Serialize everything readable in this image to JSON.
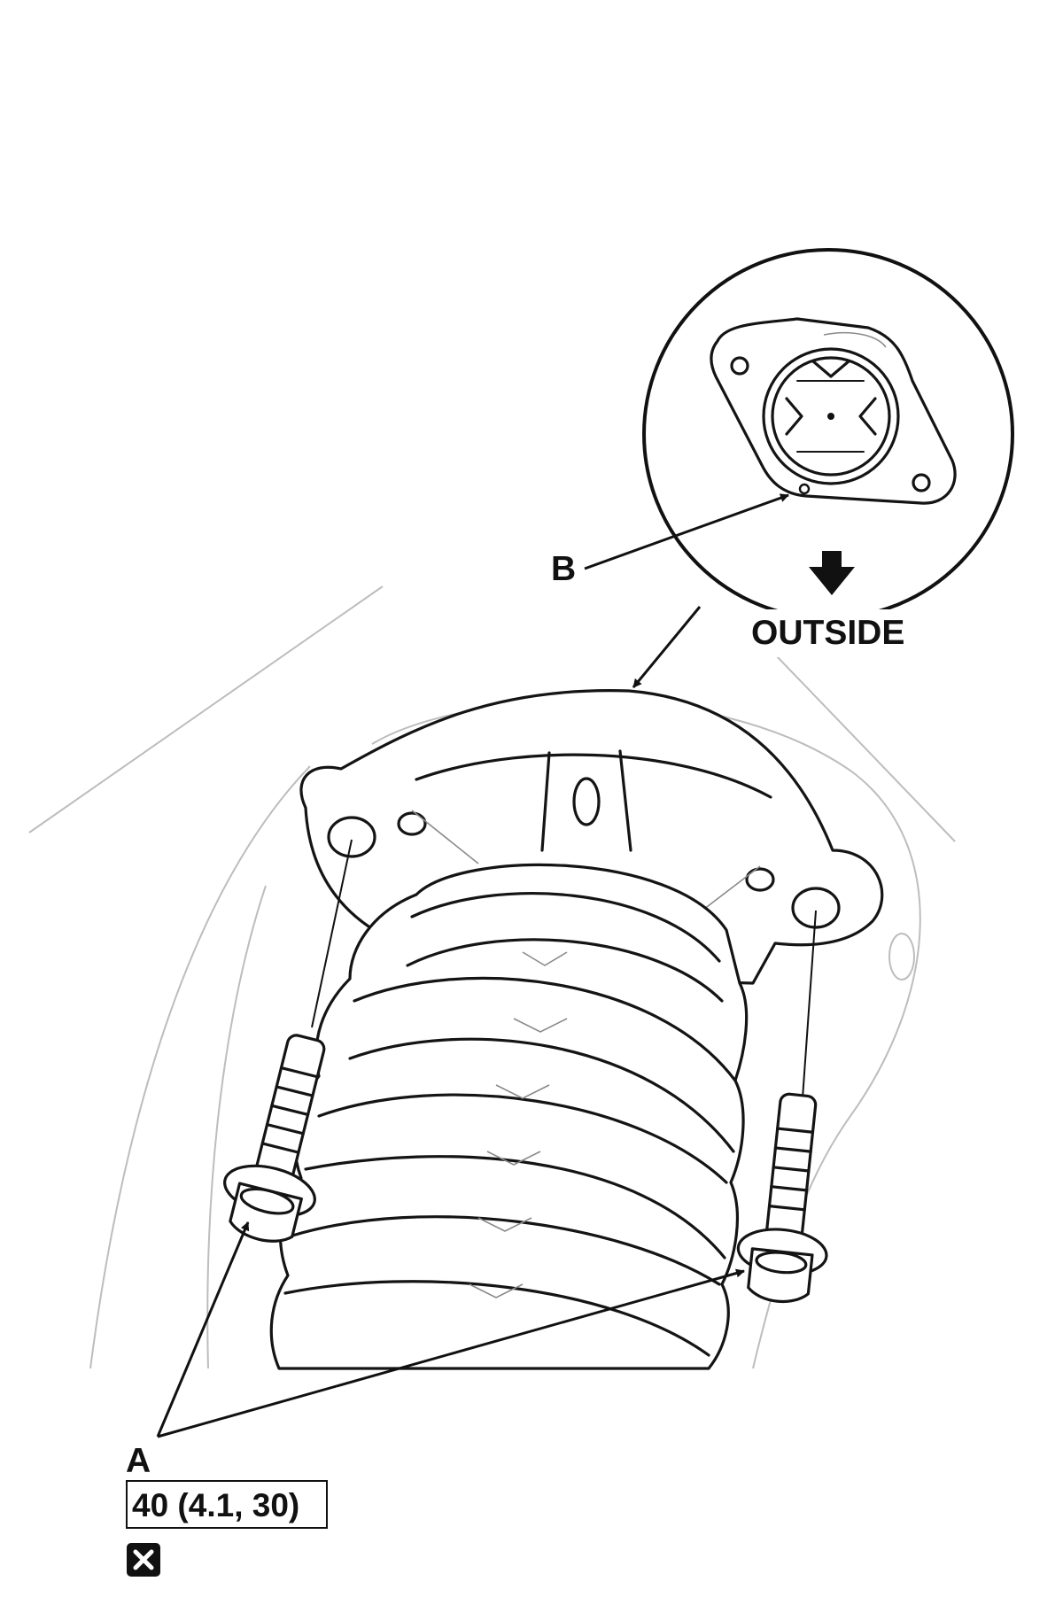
{
  "labels": {
    "a": "A",
    "b": "B",
    "outside": "OUTSIDE",
    "torque": "40 (4.1, 30)"
  },
  "icons": {
    "replace_part": "close-box-icon",
    "direction": "down-arrow-icon"
  },
  "colors": {
    "line": "#141414",
    "background": "#ffffff"
  }
}
